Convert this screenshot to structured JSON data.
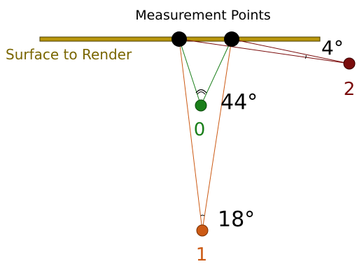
{
  "title": "Measurement Points",
  "surface_label": "Surface to Render",
  "colors": {
    "surface_fill": "#b8960c",
    "surface_stroke": "#4a3c00",
    "surface_label": "#7a6600",
    "measurement_point": "#000000",
    "observer_0": "#1a7f1a",
    "observer_1": "#cc5a14",
    "observer_2": "#7a0c0c",
    "angle_text": "#000000"
  },
  "measurement_points": [
    {
      "name": "left"
    },
    {
      "name": "right"
    }
  ],
  "observers": [
    {
      "id": "0",
      "label": "0",
      "angle_label": "44°"
    },
    {
      "id": "1",
      "label": "1",
      "angle_label": "18°"
    },
    {
      "id": "2",
      "label": "2",
      "angle_label": "4°"
    }
  ]
}
